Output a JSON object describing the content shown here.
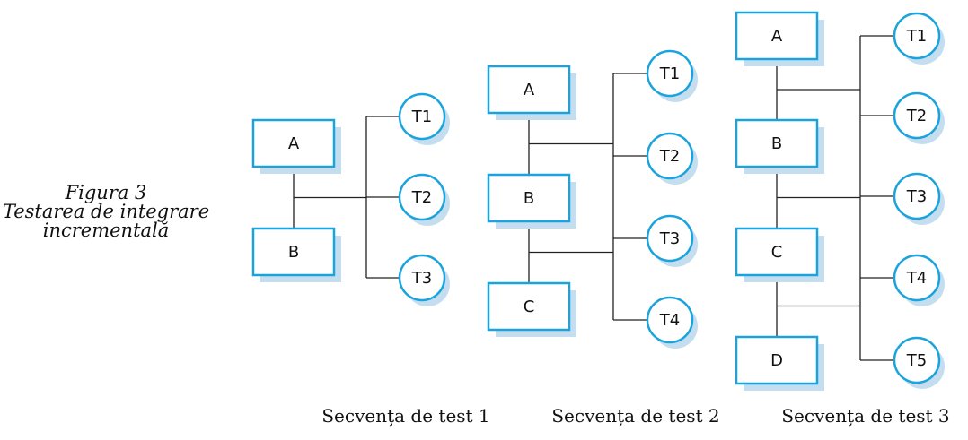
{
  "caption": {
    "line1": "Figura 3",
    "line2": "Testarea de integrare",
    "line3": "incrementală"
  },
  "sequences": [
    {
      "label": "Secvența de test 1",
      "modules": [
        "A",
        "B"
      ],
      "tests": [
        "T1",
        "T2",
        "T3"
      ]
    },
    {
      "label": "Secvența de test 2",
      "modules": [
        "A",
        "B",
        "C"
      ],
      "tests": [
        "T1",
        "T2",
        "T3",
        "T4"
      ]
    },
    {
      "label": "Secvența de test 3",
      "modules": [
        "A",
        "B",
        "C",
        "D"
      ],
      "tests": [
        "T1",
        "T2",
        "T3",
        "T4",
        "T5"
      ]
    }
  ],
  "colors": {
    "accent": "#1aa3dc",
    "shadow": "#c4def0",
    "line": "#222222"
  }
}
